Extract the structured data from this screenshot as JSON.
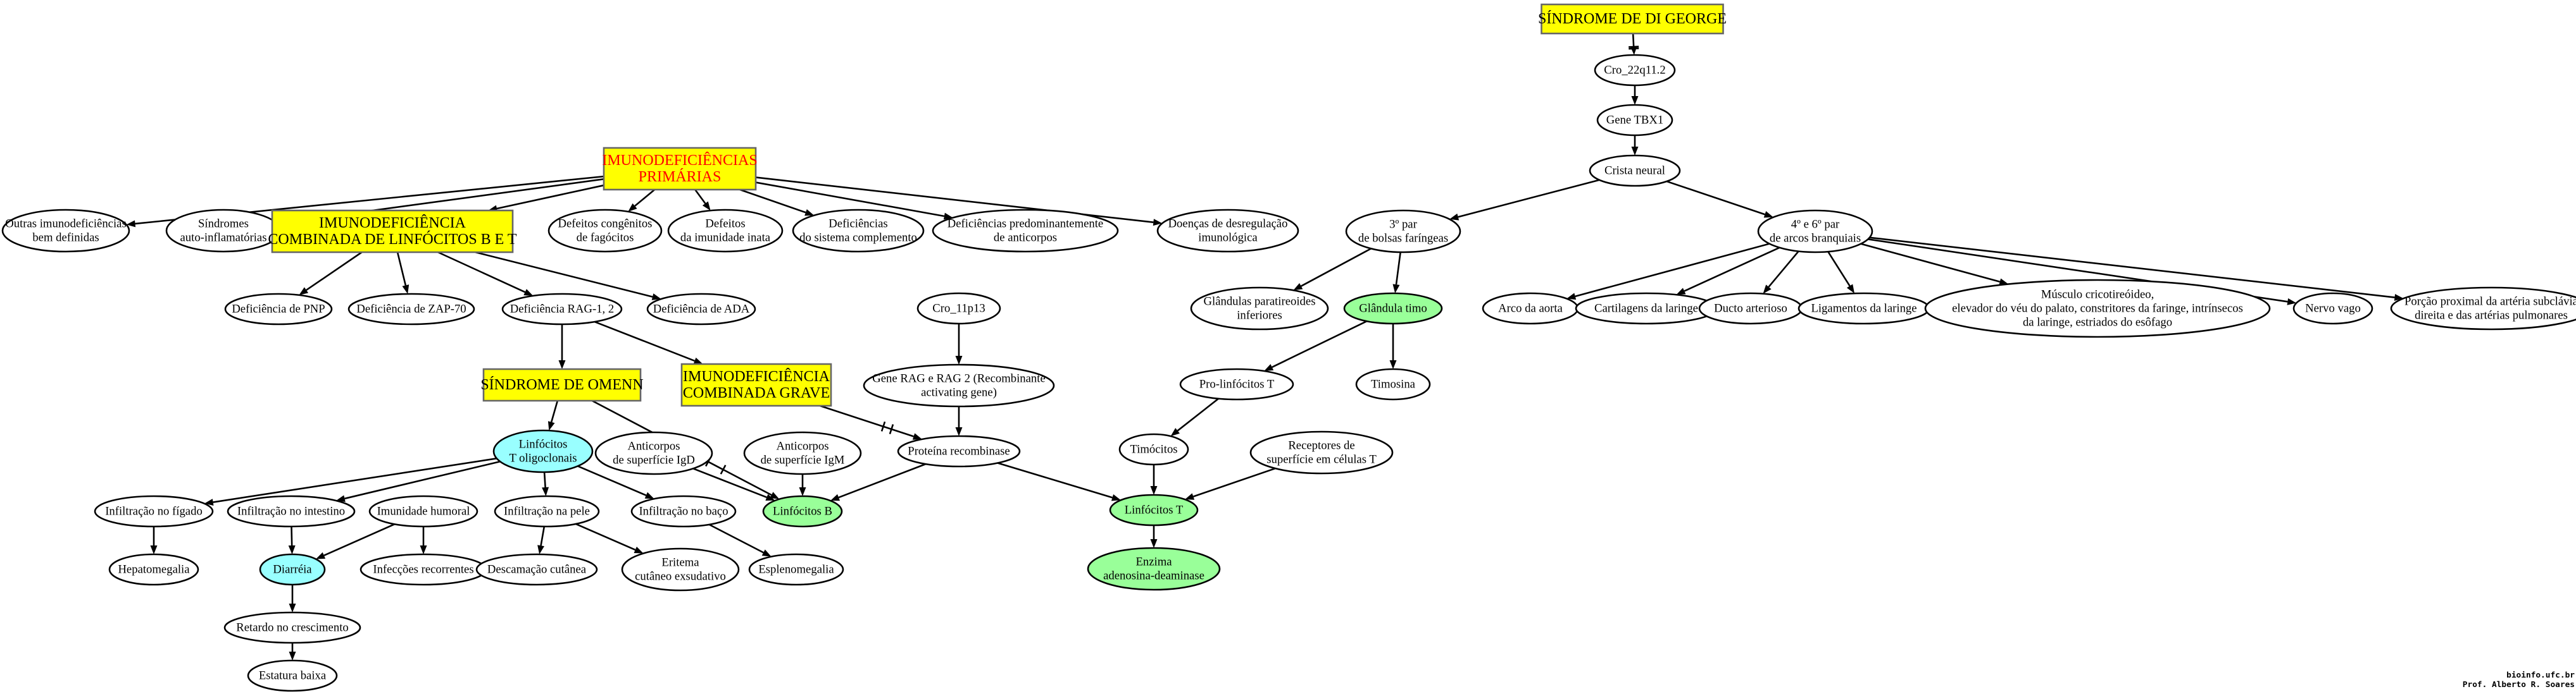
{
  "nodes": {
    "sindrome_di_george": {
      "lines": [
        "SÍNDROME DE DI GEORGE"
      ],
      "shape": "box",
      "fill": "#ffff00",
      "text_color": "#000000"
    },
    "cro_22q11": {
      "lines": [
        "Cro_22q11.2"
      ]
    },
    "gene_tbx1": {
      "lines": [
        "Gene TBX1"
      ]
    },
    "crista_neural": {
      "lines": [
        "Crista neural"
      ]
    },
    "terceiro_par": {
      "lines": [
        "3º par",
        "de bolsas faríngeas"
      ]
    },
    "quarto_sexto_par": {
      "lines": [
        "4º e 6º par",
        "de arcos branquiais"
      ]
    },
    "glandulas_paratireoides": {
      "lines": [
        "Glândulas paratireoides",
        "inferiores"
      ]
    },
    "glandula_timo": {
      "lines": [
        "Glândula timo"
      ],
      "fill": "#99ff99"
    },
    "arco_aorta": {
      "lines": [
        "Arco da aorta"
      ]
    },
    "cartilagens_laringe": {
      "lines": [
        "Cartilagens da laringe"
      ]
    },
    "ducto_arterioso": {
      "lines": [
        "Ducto arterioso"
      ]
    },
    "ligamentos_laringe": {
      "lines": [
        "Ligamentos da laringe"
      ]
    },
    "musculo_cricotireoideo": {
      "lines": [
        "Músculo cricotireóideo,",
        "elevador do véu do palato, constritores da faringe, intrínsecos",
        "da laringe, estriados do esôfago"
      ]
    },
    "nervo_vago": {
      "lines": [
        "Nervo vago"
      ]
    },
    "porcao_proximal": {
      "lines": [
        "Porção proximal da artéria subclávia",
        "direita e das artérias pulmonares"
      ]
    },
    "pro_linfocitos_t": {
      "lines": [
        "Pro-linfócitos T"
      ]
    },
    "timosina": {
      "lines": [
        "Timosina"
      ]
    },
    "timocitos": {
      "lines": [
        "Timócitos"
      ]
    },
    "receptores_superficie": {
      "lines": [
        "Receptores de",
        "superfície em células T"
      ]
    },
    "linfocitos_t": {
      "lines": [
        "Linfócitos T"
      ],
      "fill": "#99ff99"
    },
    "enzima_ada": {
      "lines": [
        "Enzima",
        "adenosina-deaminase"
      ],
      "fill": "#99ff99"
    },
    "imunodeficiencias_primarias": {
      "lines": [
        "IMUNODEFICIÊNCIAS",
        "PRIMÁRIAS"
      ],
      "shape": "box",
      "fill": "#ffff00",
      "text_color": "#ff0000"
    },
    "outras_imunodeficiencias": {
      "lines": [
        "Outras imunodeficiências",
        "bem definidas"
      ]
    },
    "sindromes_autoinflamatorias": {
      "lines": [
        "Síndromes",
        "auto-inflamatórias"
      ]
    },
    "idc_linfocitos_bt": {
      "lines": [
        "IMUNODEFICIÊNCIA",
        "COMBINADA DE LINFÓCITOS B E T"
      ],
      "shape": "box",
      "fill": "#ffff00",
      "text_color": "#000000"
    },
    "defeitos_fagocitos": {
      "lines": [
        "Defeitos congênitos",
        "de fagócitos"
      ]
    },
    "defeitos_imunidade_inata": {
      "lines": [
        "Defeitos",
        "da imunidade inata"
      ]
    },
    "deficiencias_complemento": {
      "lines": [
        "Deficiências",
        "do sistema complemento"
      ]
    },
    "deficiencias_anticorpos": {
      "lines": [
        "Deficiências predominantemente",
        "de anticorpos"
      ]
    },
    "doencas_desregulacao": {
      "lines": [
        "Doenças de desregulação",
        "imunológica"
      ]
    },
    "deficiencia_pnp": {
      "lines": [
        "Deficiência de PNP"
      ]
    },
    "deficiencia_zap70": {
      "lines": [
        "Deficiência de ZAP-70"
      ]
    },
    "deficiencia_rag": {
      "lines": [
        "Deficiência RAG-1, 2"
      ]
    },
    "deficiencia_ada": {
      "lines": [
        "Deficiência de ADA"
      ]
    },
    "sindrome_omenn": {
      "lines": [
        "SÍNDROME DE OMENN"
      ],
      "shape": "box",
      "fill": "#ffff00",
      "text_color": "#000000"
    },
    "idc_grave": {
      "lines": [
        "IMUNODEFICIÊNCIA",
        "COMBINADA GRAVE"
      ],
      "shape": "box",
      "fill": "#ffff00",
      "text_color": "#000000"
    },
    "cro_11p13": {
      "lines": [
        "Cro_11p13"
      ]
    },
    "gene_rag": {
      "lines": [
        "Gene RAG e RAG 2 (Recombinante",
        "activating gene)"
      ]
    },
    "proteina_recombinase": {
      "lines": [
        "Proteína recombinase"
      ]
    },
    "linfocitos_t_oligoclonais": {
      "lines": [
        "Linfócitos",
        "T oligoclonais"
      ],
      "fill": "#99ffff"
    },
    "anticorpos_igd": {
      "lines": [
        "Anticorpos",
        "de superfície IgD"
      ]
    },
    "anticorpos_igm": {
      "lines": [
        "Anticorpos",
        "de superfície IgM"
      ]
    },
    "linfocitos_b": {
      "lines": [
        "Linfócitos B"
      ],
      "fill": "#99ff99"
    },
    "infiltracao_figado": {
      "lines": [
        "Infiltração no fígado"
      ]
    },
    "infiltracao_intestino": {
      "lines": [
        "Infiltração no intestino"
      ]
    },
    "imunidade_humoral": {
      "lines": [
        "Imunidade humoral"
      ]
    },
    "infiltracao_pele": {
      "lines": [
        "Infiltração na pele"
      ]
    },
    "infiltracao_baco": {
      "lines": [
        "Infiltração no baço"
      ]
    },
    "hepatomegalia": {
      "lines": [
        "Hepatomegalia"
      ]
    },
    "diarreia": {
      "lines": [
        "Diarréia"
      ],
      "fill": "#99ffff"
    },
    "infeccoes_recorrentes": {
      "lines": [
        "Infecções recorrentes"
      ]
    },
    "descamacao_cutanea": {
      "lines": [
        "Descamação cutânea"
      ]
    },
    "eritema_cutaneo": {
      "lines": [
        "Eritema",
        "cutâneo exsudativo"
      ]
    },
    "esplenomegalia": {
      "lines": [
        "Esplenomegalia"
      ]
    },
    "retardo_crescimento": {
      "lines": [
        "Retardo no crescimento"
      ]
    },
    "estatura_baixa": {
      "lines": [
        "Estatura baixa"
      ]
    }
  },
  "edges": [
    {
      "from": "sindrome_di_george",
      "to": "cro_22q11",
      "style": "tee"
    },
    {
      "from": "cro_22q11",
      "to": "gene_tbx1"
    },
    {
      "from": "gene_tbx1",
      "to": "crista_neural"
    },
    {
      "from": "crista_neural",
      "to": "terceiro_par"
    },
    {
      "from": "crista_neural",
      "to": "quarto_sexto_par"
    },
    {
      "from": "terceiro_par",
      "to": "glandulas_paratireoides"
    },
    {
      "from": "terceiro_par",
      "to": "glandula_timo"
    },
    {
      "from": "quarto_sexto_par",
      "to": "arco_aorta"
    },
    {
      "from": "quarto_sexto_par",
      "to": "cartilagens_laringe"
    },
    {
      "from": "quarto_sexto_par",
      "to": "ducto_arterioso"
    },
    {
      "from": "quarto_sexto_par",
      "to": "ligamentos_laringe"
    },
    {
      "from": "quarto_sexto_par",
      "to": "musculo_cricotireoideo"
    },
    {
      "from": "quarto_sexto_par",
      "to": "nervo_vago"
    },
    {
      "from": "quarto_sexto_par",
      "to": "porcao_proximal"
    },
    {
      "from": "glandula_timo",
      "to": "pro_linfocitos_t"
    },
    {
      "from": "glandula_timo",
      "to": "timosina"
    },
    {
      "from": "pro_linfocitos_t",
      "to": "timocitos"
    },
    {
      "from": "timocitos",
      "to": "linfocitos_t"
    },
    {
      "from": "receptores_superficie",
      "to": "linfocitos_t"
    },
    {
      "from": "linfocitos_t",
      "to": "enzima_ada"
    },
    {
      "from": "imunodeficiencias_primarias",
      "to": "outras_imunodeficiencias"
    },
    {
      "from": "imunodeficiencias_primarias",
      "to": "sindromes_autoinflamatorias"
    },
    {
      "from": "imunodeficiencias_primarias",
      "to": "idc_linfocitos_bt"
    },
    {
      "from": "imunodeficiencias_primarias",
      "to": "defeitos_fagocitos"
    },
    {
      "from": "imunodeficiencias_primarias",
      "to": "defeitos_imunidade_inata"
    },
    {
      "from": "imunodeficiencias_primarias",
      "to": "deficiencias_complemento"
    },
    {
      "from": "imunodeficiencias_primarias",
      "to": "deficiencias_anticorpos"
    },
    {
      "from": "imunodeficiencias_primarias",
      "to": "doencas_desregulacao"
    },
    {
      "from": "idc_linfocitos_bt",
      "to": "deficiencia_pnp"
    },
    {
      "from": "idc_linfocitos_bt",
      "to": "deficiencia_zap70"
    },
    {
      "from": "idc_linfocitos_bt",
      "to": "deficiencia_rag"
    },
    {
      "from": "idc_linfocitos_bt",
      "to": "deficiencia_ada"
    },
    {
      "from": "deficiencia_rag",
      "to": "sindrome_omenn"
    },
    {
      "from": "deficiencia_rag",
      "to": "idc_grave"
    },
    {
      "from": "idc_grave",
      "to": "proteina_recombinase",
      "style": "tee"
    },
    {
      "from": "cro_11p13",
      "to": "gene_rag"
    },
    {
      "from": "gene_rag",
      "to": "proteina_recombinase"
    },
    {
      "from": "proteina_recombinase",
      "to": "linfocitos_b"
    },
    {
      "from": "proteina_recombinase",
      "to": "linfocitos_t"
    },
    {
      "from": "sindrome_omenn",
      "to": "linfocitos_t_oligoclonais"
    },
    {
      "from": "sindrome_omenn",
      "to": "linfocitos_b",
      "style": "tee"
    },
    {
      "from": "anticorpos_igd",
      "to": "linfocitos_b"
    },
    {
      "from": "anticorpos_igm",
      "to": "linfocitos_b"
    },
    {
      "from": "linfocitos_t_oligoclonais",
      "to": "infiltracao_figado"
    },
    {
      "from": "linfocitos_t_oligoclonais",
      "to": "infiltracao_intestino"
    },
    {
      "from": "linfocitos_t_oligoclonais",
      "to": "infiltracao_pele"
    },
    {
      "from": "linfocitos_t_oligoclonais",
      "to": "infiltracao_baco"
    },
    {
      "from": "infiltracao_figado",
      "to": "hepatomegalia"
    },
    {
      "from": "infiltracao_intestino",
      "to": "diarreia"
    },
    {
      "from": "imunidade_humoral",
      "to": "diarreia"
    },
    {
      "from": "imunidade_humoral",
      "to": "infeccoes_recorrentes"
    },
    {
      "from": "infiltracao_pele",
      "to": "descamacao_cutanea"
    },
    {
      "from": "infiltracao_pele",
      "to": "eritema_cutaneo"
    },
    {
      "from": "infiltracao_baco",
      "to": "esplenomegalia"
    },
    {
      "from": "diarreia",
      "to": "retardo_crescimento"
    },
    {
      "from": "retardo_crescimento",
      "to": "estatura_baixa"
    }
  ],
  "footer": {
    "line1": "bioinfo.ufc.br",
    "line2": "Prof. Alberto R. Soares"
  }
}
